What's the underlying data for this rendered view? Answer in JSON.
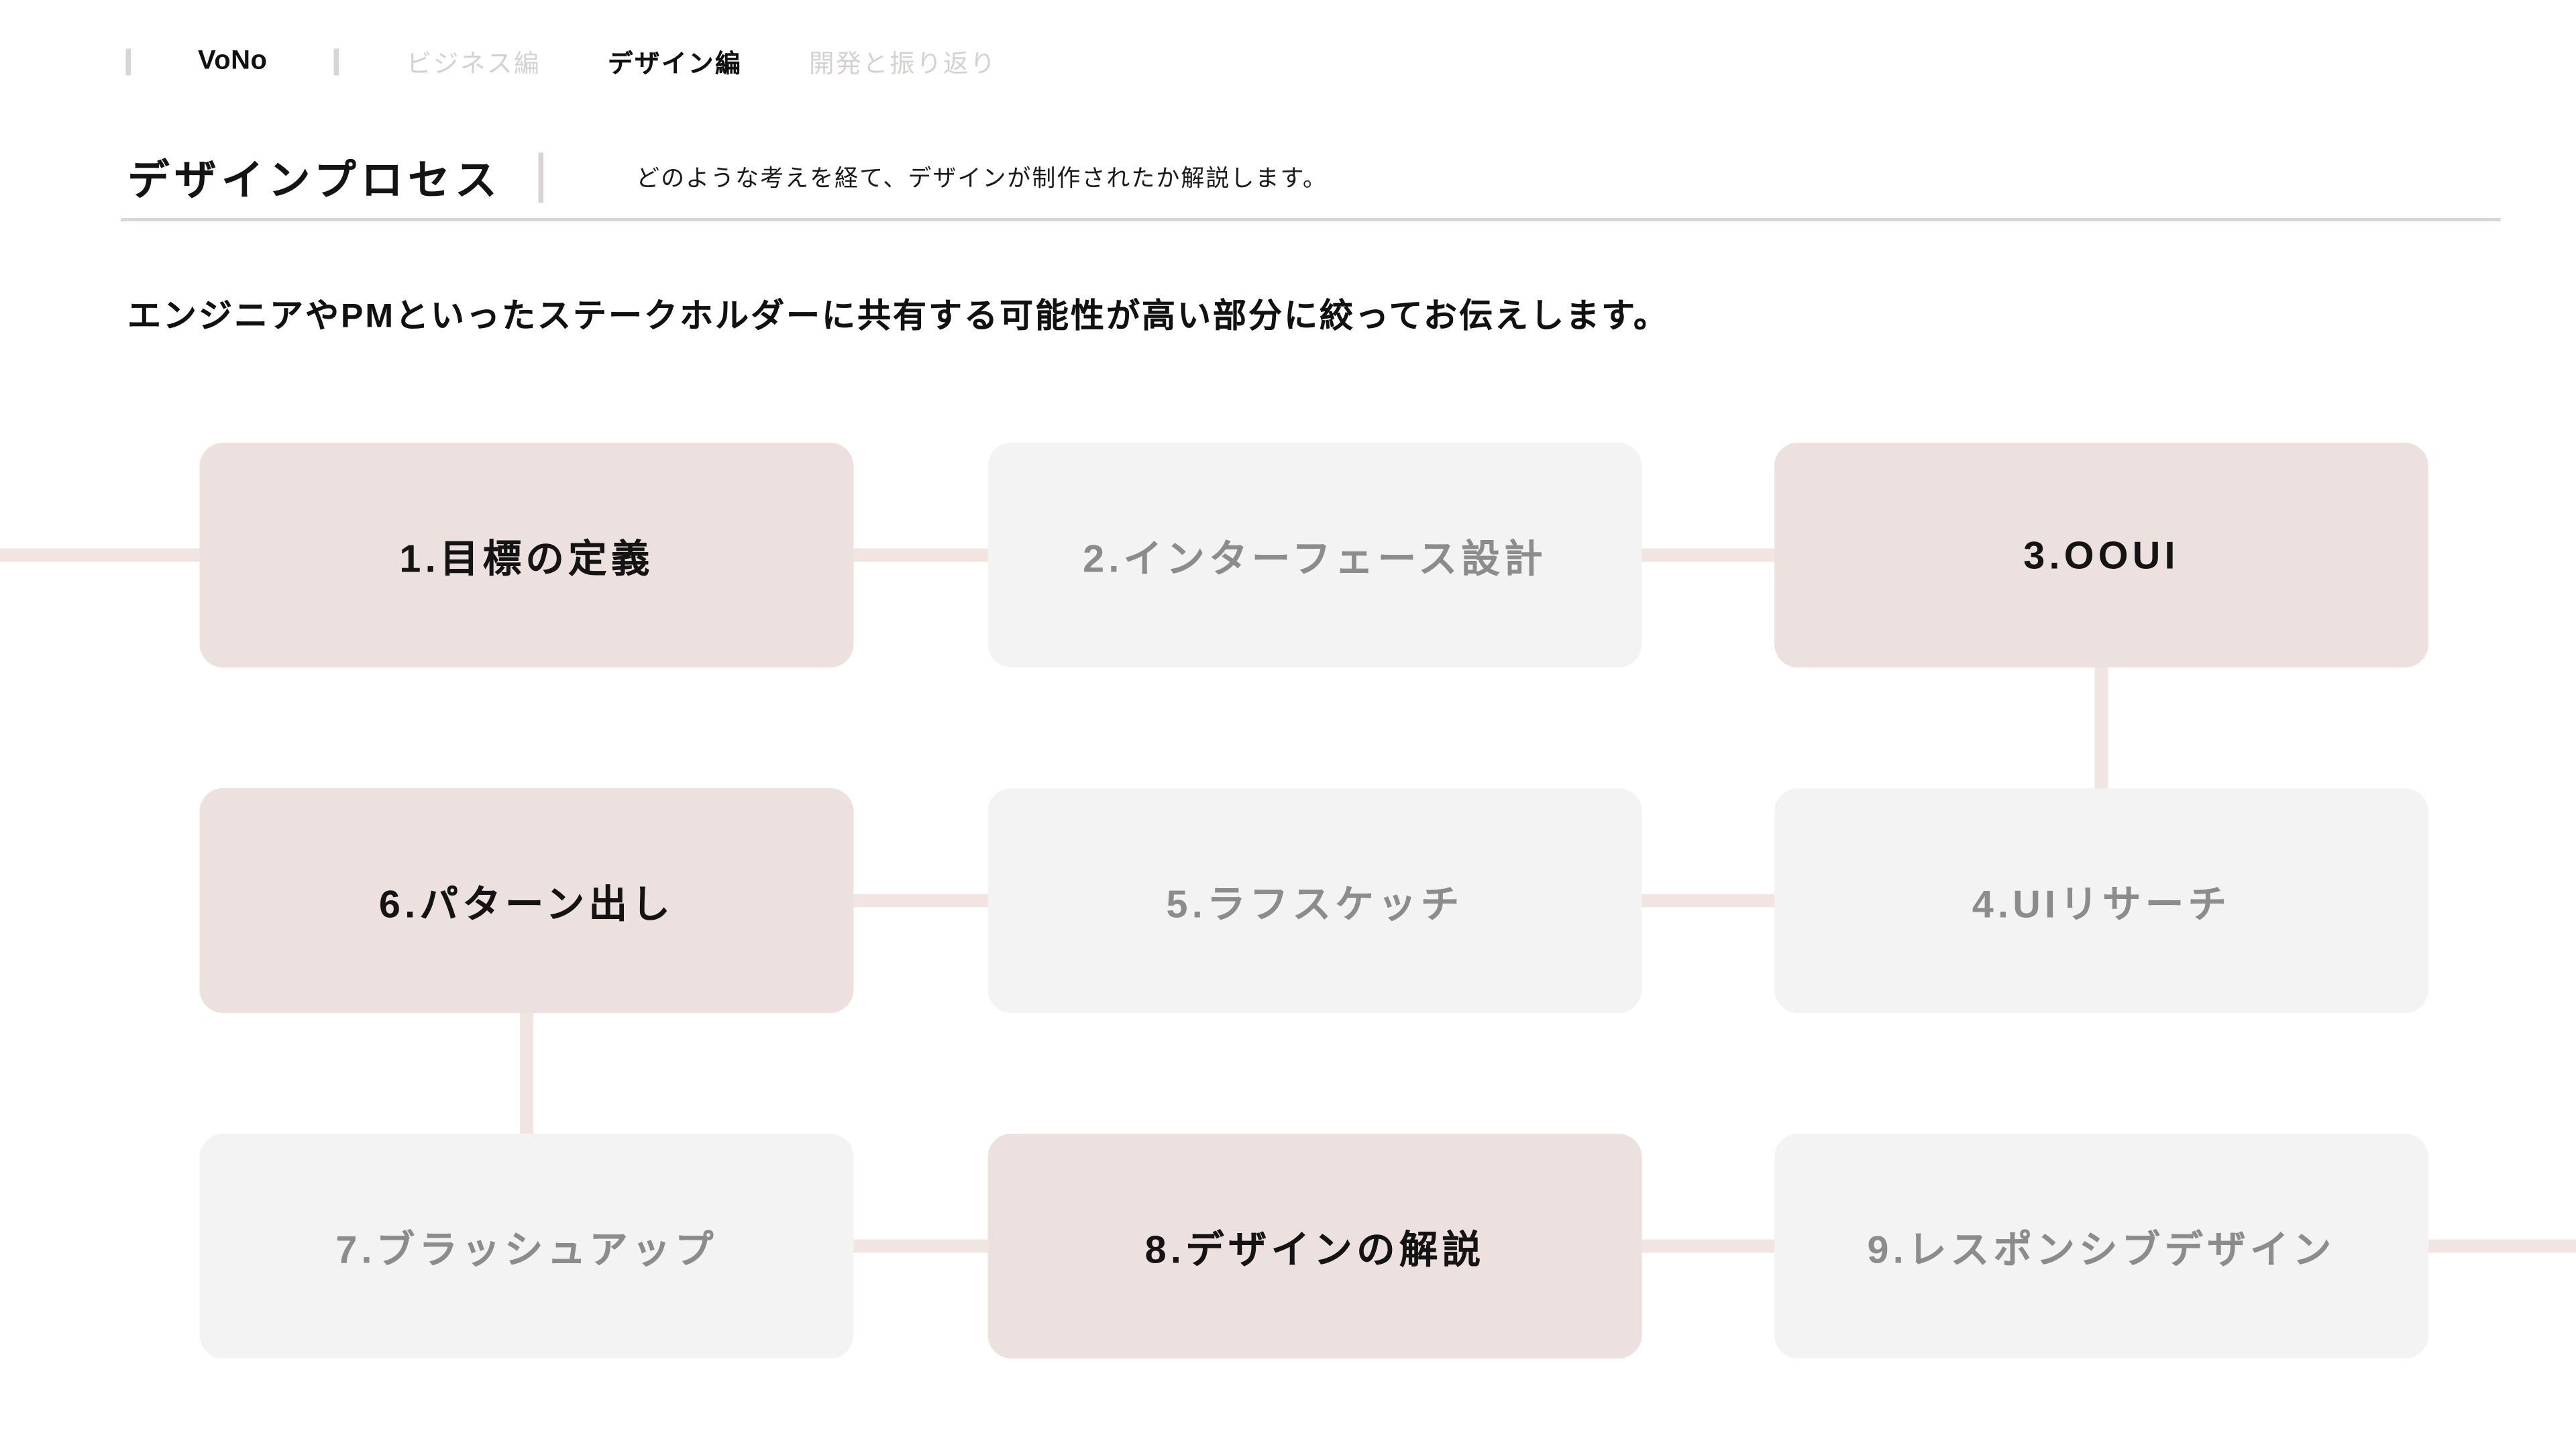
{
  "nav": {
    "brand": "VoNo",
    "tabs": [
      {
        "label": "ビジネス編",
        "active": false
      },
      {
        "label": "デザイン編",
        "active": true
      },
      {
        "label": "開発と振り返り",
        "active": false
      }
    ]
  },
  "header": {
    "title": "デザインプロセス",
    "subtitle": "どのような考えを経て、デザインが制作されたか解説します。"
  },
  "intro": {
    "text": "エンジニアやPMといったステークホルダーに共有する可能性が高い部分に絞ってお伝えします。"
  },
  "flow": {
    "boxes": [
      {
        "id": 1,
        "label": "1.目標の定義",
        "highlighted": true
      },
      {
        "id": 2,
        "label": "2.インターフェース設計",
        "highlighted": false
      },
      {
        "id": 3,
        "label": "3.OOUI",
        "highlighted": true
      },
      {
        "id": 4,
        "label": "4.UIリサーチ",
        "highlighted": false
      },
      {
        "id": 5,
        "label": "5.ラフスケッチ",
        "highlighted": false
      },
      {
        "id": 6,
        "label": "6.パターン出し",
        "highlighted": true
      },
      {
        "id": 7,
        "label": "7.ブラッシュアップ",
        "highlighted": false
      },
      {
        "id": 8,
        "label": "8.デザインの解説",
        "highlighted": true
      },
      {
        "id": 9,
        "label": "9.レスポンシブデザイン",
        "highlighted": false
      }
    ],
    "order_note": "flow runs 1→2→3 ↓ 4→5→6 ↓ 7→8→9, entering from left screen edge and exiting right screen edge"
  },
  "colors": {
    "highlight_box": "#ece1de",
    "default_box": "#f3f3f3",
    "connector": "#f1e5e2",
    "text_primary": "#111111",
    "text_muted": "#8c8c8c",
    "nav_inactive": "#d5d1d0",
    "divider": "#d8d4d3"
  }
}
